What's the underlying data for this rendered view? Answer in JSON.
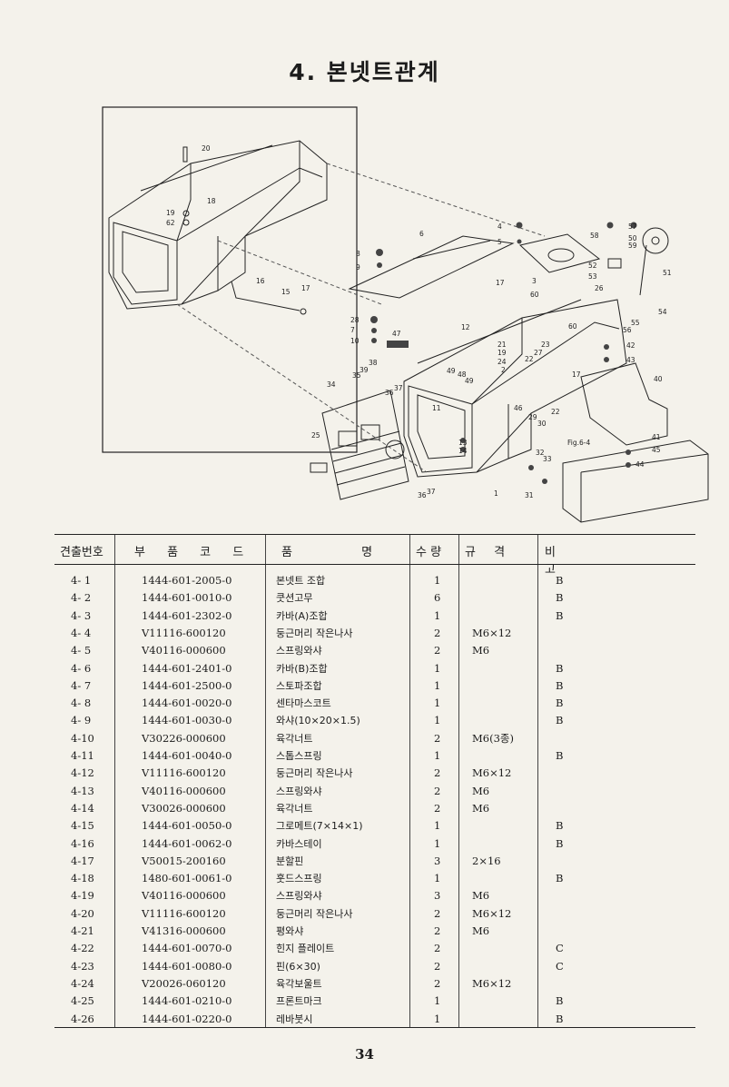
{
  "title": "4. 본넷트관계",
  "diagram": {
    "callouts": [
      "1",
      "2",
      "3",
      "4",
      "5",
      "6",
      "7",
      "8",
      "9",
      "10",
      "11",
      "12",
      "13",
      "14",
      "15",
      "16",
      "17",
      "18",
      "19",
      "20",
      "21",
      "22",
      "23",
      "24",
      "25",
      "26",
      "27",
      "28",
      "29",
      "30",
      "31",
      "32",
      "33",
      "34",
      "35",
      "36",
      "37",
      "38",
      "39",
      "40",
      "41",
      "42",
      "43",
      "44",
      "45",
      "46",
      "47",
      "48",
      "49",
      "50",
      "51",
      "52",
      "53",
      "54",
      "55",
      "56",
      "57",
      "58",
      "59",
      "60",
      "62",
      "Fig.6-4"
    ]
  },
  "table": {
    "headers": {
      "no": "견출번호",
      "code": "부 품 코 드",
      "name": "품 명",
      "qty": "수 량",
      "spec": "규 격",
      "note": "비 고"
    },
    "rows": [
      {
        "no": "4- 1",
        "code": "1444-601-2005-0",
        "name": "본넷트 조합",
        "qty": "1",
        "spec": "",
        "note": "B"
      },
      {
        "no": "4- 2",
        "code": "1444-601-0010-0",
        "name": "쿳션고무",
        "qty": "6",
        "spec": "",
        "note": "B"
      },
      {
        "no": "4- 3",
        "code": "1444-601-2302-0",
        "name": "카바(A)조합",
        "qty": "1",
        "spec": "",
        "note": "B"
      },
      {
        "no": "4- 4",
        "code": "V11116-600120",
        "name": "둥근머리 작은나사",
        "qty": "2",
        "spec": "M6×12",
        "note": ""
      },
      {
        "no": "4- 5",
        "code": "V40116-000600",
        "name": "스프링와샤",
        "qty": "2",
        "spec": "M6",
        "note": ""
      },
      {
        "no": "4- 6",
        "code": "1444-601-2401-0",
        "name": "카바(B)조합",
        "qty": "1",
        "spec": "",
        "note": "B"
      },
      {
        "no": "4- 7",
        "code": "1444-601-2500-0",
        "name": "스토파조합",
        "qty": "1",
        "spec": "",
        "note": "B"
      },
      {
        "no": "4- 8",
        "code": "1444-601-0020-0",
        "name": "센타마스코트",
        "qty": "1",
        "spec": "",
        "note": "B"
      },
      {
        "no": "4- 9",
        "code": "1444-601-0030-0",
        "name": "와샤(10×20×1.5)",
        "qty": "1",
        "spec": "",
        "note": "B"
      },
      {
        "no": "4-10",
        "code": "V30226-000600",
        "name": "육각너트",
        "qty": "2",
        "spec": "M6(3종)",
        "note": ""
      },
      {
        "no": "4-11",
        "code": "1444-601-0040-0",
        "name": "스톱스프링",
        "qty": "1",
        "spec": "",
        "note": "B"
      },
      {
        "no": "4-12",
        "code": "V11116-600120",
        "name": "둥근머리 작은나사",
        "qty": "2",
        "spec": "M6×12",
        "note": ""
      },
      {
        "no": "4-13",
        "code": "V40116-000600",
        "name": "스프링와샤",
        "qty": "2",
        "spec": "M6",
        "note": ""
      },
      {
        "no": "4-14",
        "code": "V30026-000600",
        "name": "육각너트",
        "qty": "2",
        "spec": "M6",
        "note": ""
      },
      {
        "no": "4-15",
        "code": "1444-601-0050-0",
        "name": "그로메트(7×14×1)",
        "qty": "1",
        "spec": "",
        "note": "B"
      },
      {
        "no": "4-16",
        "code": "1444-601-0062-0",
        "name": "카바스테이",
        "qty": "1",
        "spec": "",
        "note": "B"
      },
      {
        "no": "4-17",
        "code": "V50015-200160",
        "name": "분할핀",
        "qty": "3",
        "spec": "2×16",
        "note": ""
      },
      {
        "no": "4-18",
        "code": "1480-601-0061-0",
        "name": "훗드스프링",
        "qty": "1",
        "spec": "",
        "note": "B"
      },
      {
        "no": "4-19",
        "code": "V40116-000600",
        "name": "스프링와샤",
        "qty": "3",
        "spec": "M6",
        "note": ""
      },
      {
        "no": "4-20",
        "code": "V11116-600120",
        "name": "둥근머리 작은나사",
        "qty": "2",
        "spec": "M6×12",
        "note": ""
      },
      {
        "no": "4-21",
        "code": "V41316-000600",
        "name": "평와샤",
        "qty": "2",
        "spec": "M6",
        "note": ""
      },
      {
        "no": "4-22",
        "code": "1444-601-0070-0",
        "name": "힌지 플레이트",
        "qty": "2",
        "spec": "",
        "note": "C"
      },
      {
        "no": "4-23",
        "code": "1444-601-0080-0",
        "name": "핀(6×30)",
        "qty": "2",
        "spec": "",
        "note": "C"
      },
      {
        "no": "4-24",
        "code": "V20026-060120",
        "name": "육각보울트",
        "qty": "2",
        "spec": "M6×12",
        "note": ""
      },
      {
        "no": "4-25",
        "code": "1444-601-0210-0",
        "name": "프론트마크",
        "qty": "1",
        "spec": "",
        "note": "B"
      },
      {
        "no": "4-26",
        "code": "1444-601-0220-0",
        "name": "레바붓시",
        "qty": "1",
        "spec": "",
        "note": "B"
      }
    ]
  },
  "page_number": "34"
}
